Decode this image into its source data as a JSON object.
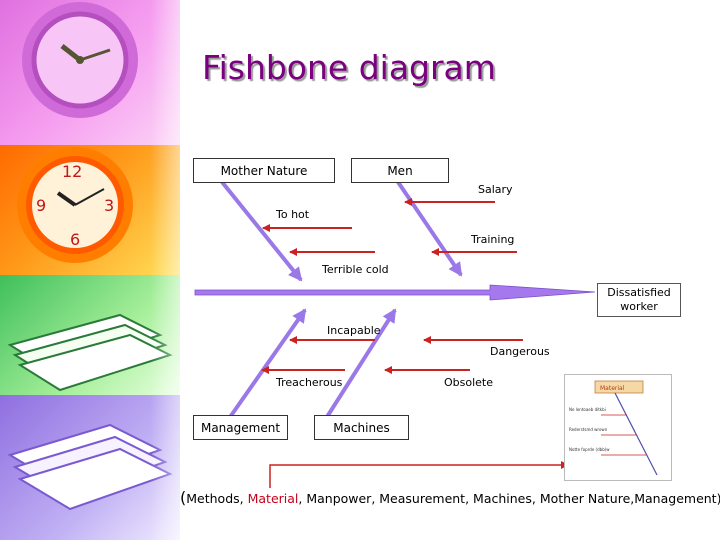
{
  "title": "Fishbone diagram",
  "categories": {
    "mother_nature": "Mother Nature",
    "men": "Men",
    "management": "Management",
    "machines": "Machines"
  },
  "causes": {
    "salary": "Salary",
    "to_hot": "To hot",
    "training": "Training",
    "terrible_cold": "Terrible cold",
    "incapable": "Incapable",
    "dangerous": "Dangerous",
    "treacherous": "Treacherous",
    "obsolete": "Obsolete"
  },
  "effect": {
    "line1": "Dissatisfied",
    "line2": "worker"
  },
  "thumbnail": {
    "header": "Material",
    "cause1": "Ne lentoaeb ditkbi",
    "cause2": "Rederstsmd wrown",
    "cause3": "Notte foprde (dbb)w"
  },
  "footer": {
    "open": "(",
    "methods": "Methods, ",
    "material": "Material",
    "rest": ", Manpower, Measurement, Machines, Mother Nature,Management)"
  },
  "colors": {
    "title": "#7a0080",
    "spine": "#a678ee",
    "bone": "#9a78e8",
    "arrow": "#cc2222",
    "material": "#c8001a"
  }
}
